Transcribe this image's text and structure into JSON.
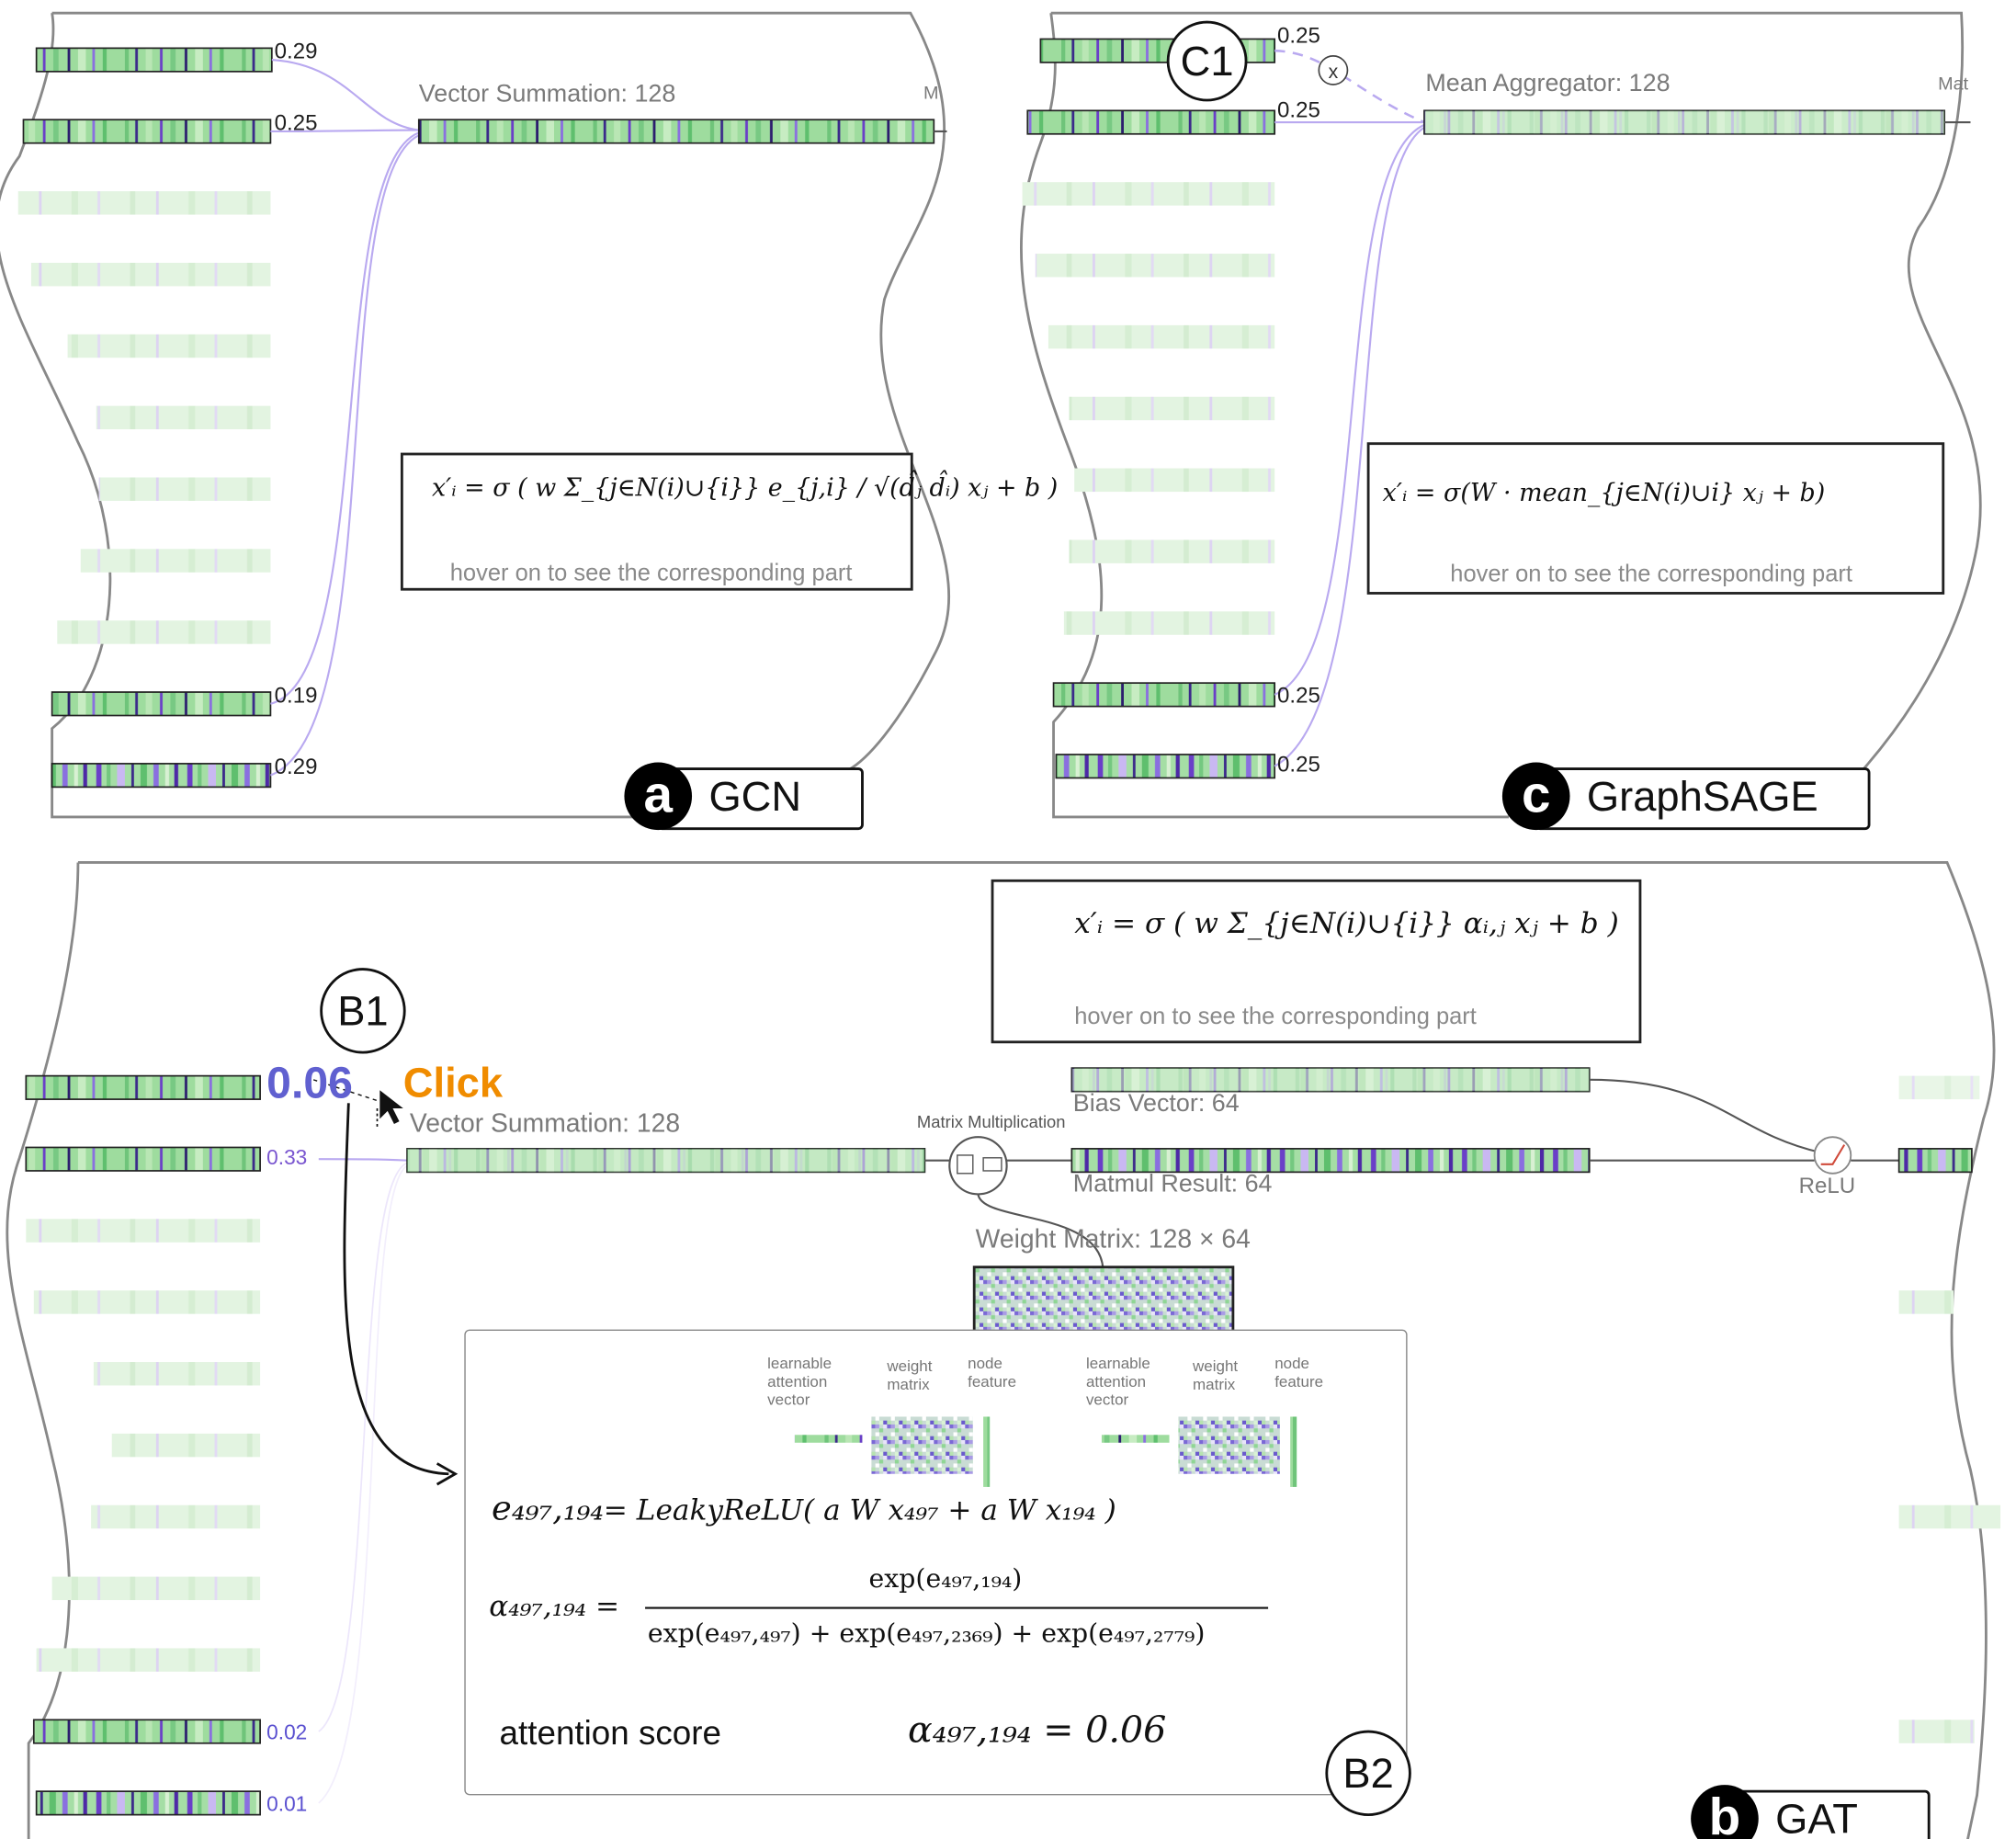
{
  "panels": {
    "gcn": {
      "badge": "a",
      "title": "GCN",
      "layer_label": "Vector Summation: 128",
      "cut_label": "M",
      "weights": [
        "0.29",
        "0.25",
        "0.19",
        "0.29"
      ],
      "formula": "x′ᵢ = σ ( w Σ_{j∈N(i)∪{i}} e_{j,i} / √(d̂ⱼ d̂ᵢ) xⱼ + b )",
      "hover_note": "hover on to see the corresponding part"
    },
    "graphsage": {
      "badge": "c",
      "title": "GraphSAGE",
      "callout": "C1",
      "layer_label": "Mean Aggregator: 128",
      "cut_label": "Mat",
      "weights": [
        "0.25",
        "0.25",
        "0.25",
        "0.25"
      ],
      "formula": "x′ᵢ = σ(W · mean_{j∈N(i)∪i} xⱼ + b)",
      "hover_note": "hover on to see the corresponding part"
    },
    "gat": {
      "badge": "b",
      "title": "GAT",
      "callout_b1": "B1",
      "callout_b2": "B2",
      "click_label": "Click",
      "weights": [
        "0.06",
        "0.33",
        "0.02",
        "0.01"
      ],
      "layer_label": "Vector Summation: 128",
      "matmul_label": "Matrix Multiplication",
      "bias_label": "Bias Vector: 64",
      "matmul_result_label": "Matmul Result: 64",
      "weight_matrix_label": "Weight Matrix: 128 × 64",
      "relu_label": "ReLU",
      "formula": "x′ᵢ = σ ( w Σ_{j∈N(i)∪{i}} αᵢ,ⱼ xⱼ + b )",
      "hover_note": "hover on to see the corresponding part",
      "detail": {
        "group_labels": [
          "learnable\nattention\nvector",
          "weight\nmatrix",
          "node\nfeature",
          "learnable\nattention\nvector",
          "weight\nmatrix",
          "node\nfeature"
        ],
        "e_lhs": "e₄₉₇,₁₉₄",
        "e_rhs": "= LeakyReLU(  a   W   x₄₉₇    +     a    W    x₁₉₄  )",
        "alpha_lhs": "α₄₉₇,₁₉₄ =",
        "alpha_num": "exp(e₄₉₇,₁₉₄)",
        "alpha_den": "exp(e₄₉₇,₄₉₇) + exp(e₄₉₇,₂₃₆₉) + exp(e₄₉₇,₂₇₇₉)",
        "score_label": "attention score",
        "score_eq": "α₄₉₇,₁₉₄  =  0.06"
      }
    }
  },
  "colors": {
    "green": "#8fd694",
    "purple": "#5a2fb5",
    "edge": "#b9a9f0",
    "click": "#f08c00"
  }
}
